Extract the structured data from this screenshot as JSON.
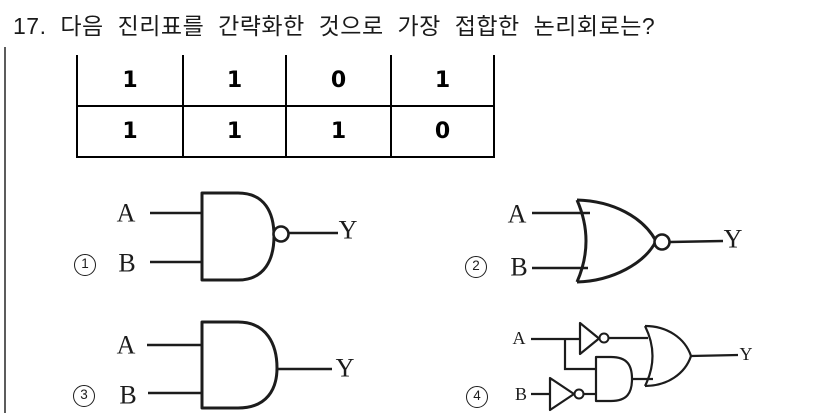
{
  "question": {
    "number": "17.",
    "text": "다음 진리표를 간략화한 것으로 가장 접합한 논리회로는?"
  },
  "truth_table": {
    "rows": [
      [
        "1",
        "1",
        "0",
        "1"
      ],
      [
        "1",
        "1",
        "1",
        "0"
      ]
    ]
  },
  "options": [
    {
      "number": "1",
      "circuit": "NAND gate",
      "label_a": "A",
      "label_b": "B",
      "label_y": "Y"
    },
    {
      "number": "2",
      "circuit": "NOR gate",
      "label_a": "A",
      "label_b": "B",
      "label_y": "Y"
    },
    {
      "number": "3",
      "circuit": "AND gate",
      "label_a": "A",
      "label_b": "B",
      "label_y": "Y"
    },
    {
      "number": "4",
      "circuit": "NOT-A and (A AND NOT-B) into OR gate",
      "label_a": "A",
      "label_b": "B",
      "label_y": "Y"
    }
  ],
  "colors": {
    "ink": "#1c1c1c",
    "edge_line": "#5c5c5c",
    "background": "#ffffff"
  }
}
